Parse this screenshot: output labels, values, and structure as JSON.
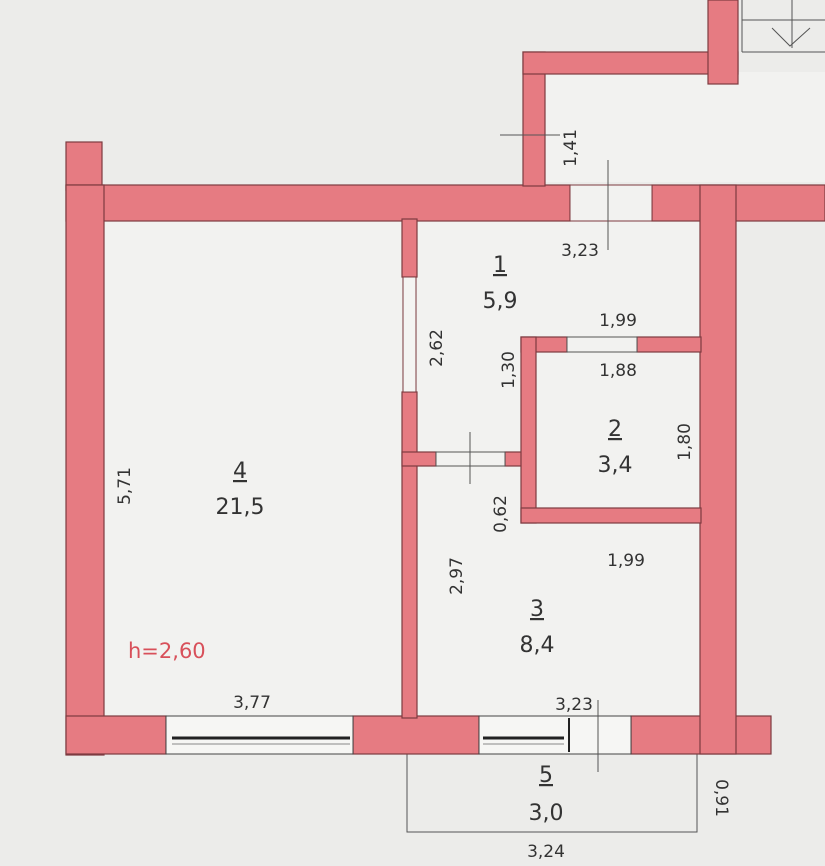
{
  "plan": {
    "ceiling_height": "h=2,60",
    "accent_color": "#e67b82",
    "rooms": [
      {
        "number": "1",
        "area": "5,9"
      },
      {
        "number": "2",
        "area": "3,4"
      },
      {
        "number": "3",
        "area": "8,4"
      },
      {
        "number": "4",
        "area": "21,5"
      },
      {
        "number": "5",
        "area": "3,0"
      }
    ],
    "dimensions": {
      "entry_width": "3,23",
      "entry_depth": "1,41",
      "room1_depth": "2,62",
      "room1_partition": "1,30",
      "room1_width": "1,99",
      "room2_width": "1,88",
      "room2_depth": "1,80",
      "room3_gap": "0,62",
      "room3_depth": "2,97",
      "room3_width": "1,99",
      "room3_bottom": "3,23",
      "room4_depth": "5,71",
      "room4_width": "3,77",
      "balcony_depth": "0,91",
      "balcony_width": "3,24"
    }
  }
}
